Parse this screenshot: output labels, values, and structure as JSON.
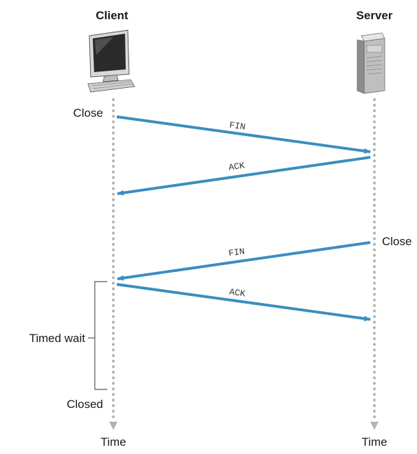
{
  "client": {
    "title": "Client",
    "close_label": "Close",
    "closed_label": "Closed",
    "timed_wait_label": "Timed wait",
    "time_label": "Time"
  },
  "server": {
    "title": "Server",
    "close_label": "Close",
    "time_label": "Time"
  },
  "messages": [
    {
      "label": "FIN",
      "from": "client",
      "to": "server"
    },
    {
      "label": "ACK",
      "from": "server",
      "to": "client"
    },
    {
      "label": "FIN",
      "from": "server",
      "to": "client"
    },
    {
      "label": "ACK",
      "from": "client",
      "to": "server"
    }
  ],
  "colors": {
    "arrow": "#3b8dc0",
    "timeline": "#b3b3b3",
    "text": "#1a1a1a"
  }
}
